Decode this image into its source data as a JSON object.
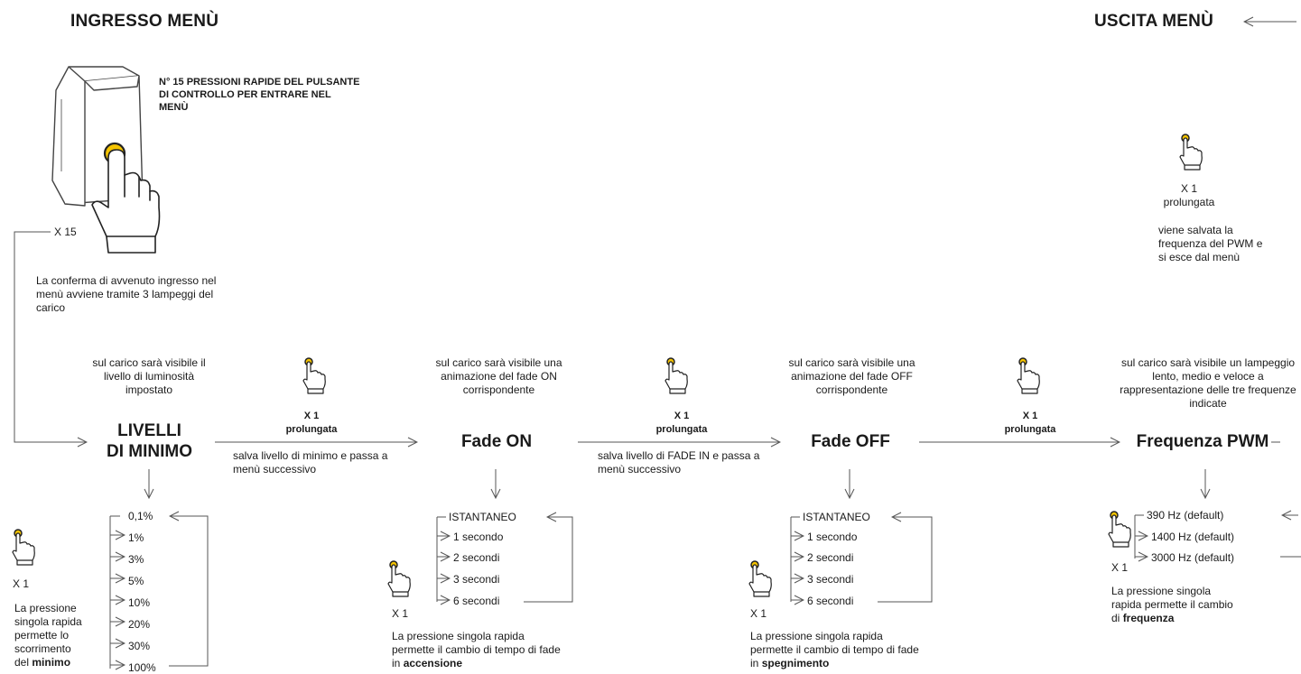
{
  "header": {
    "left_title": "INGRESSO MENÙ",
    "right_title": "USCITA MENÙ"
  },
  "entry": {
    "instruction": "N° 15 PRESSIONI RAPIDE DEL PULSANTE DI CONTROLLO PER ENTRARE NEL MENÙ",
    "count_label": "X 15",
    "confirm_text": "La conferma di avvenuto ingresso nel menù avviene tramite 3 lampeggi del carico"
  },
  "exit": {
    "count": "X 1",
    "mode": "prolungata",
    "desc": "viene salvata la frequenza del PWM e si esce dal menù"
  },
  "steps": [
    {
      "title_line1": "LIVELLI",
      "title_line2": "DI MINIMO",
      "desc": "sul carico sarà visibile il livello di luminosità impostato"
    },
    {
      "title_line1": "Fade ON",
      "desc": "sul carico sarà visibile una animazione del fade ON corrispondente"
    },
    {
      "title_line1": "Fade OFF",
      "desc": "sul carico sarà visibile una animazione del fade OFF corrispondente"
    },
    {
      "title_line1": "Frequenza PWM",
      "desc": "sul carico sarà visibile un lampeggio lento, medio e veloce a rappresentazione delle tre frequenze indicate"
    }
  ],
  "transitions": [
    {
      "count": "X 1",
      "mode": "prolungata",
      "note": "salva livello di minimo e passa a menù successivo"
    },
    {
      "count": "X 1",
      "mode": "prolungata",
      "note": "salva livello di FADE IN e passa a menù successivo"
    },
    {
      "count": "X 1",
      "mode": "prolungata",
      "note": ""
    }
  ],
  "options": {
    "minimo": [
      "0,1%",
      "1%",
      "3%",
      "5%",
      "10%",
      "20%",
      "30%",
      "100%"
    ],
    "fade_on": [
      "ISTANTANEO",
      "1 secondo",
      "2 secondi",
      "3 secondi",
      "6 secondi"
    ],
    "fade_off": [
      "ISTANTANEO",
      "1 secondo",
      "2 secondi",
      "3 secondi",
      "6 secondi"
    ],
    "pwm": [
      "390 Hz (default)",
      "1400 Hz (default)",
      "3000 Hz (default)"
    ]
  },
  "short_press": {
    "count": "X 1",
    "minimo": {
      "pre": "La pressione singola rapida permette lo scorrimento del ",
      "bold": "minimo"
    },
    "fade_on": {
      "pre": "La pressione singola rapida permette il cambio di tempo di fade in ",
      "bold": "accensione"
    },
    "fade_off": {
      "pre": "La pressione singola rapida permette il cambio di tempo di fade in ",
      "bold": "spegnimento"
    },
    "pwm": {
      "pre": "La pressione singola rapida permette il cambio di ",
      "bold": "frequenza"
    }
  },
  "colors": {
    "accent_yellow": "#f5c400",
    "line": "#555555",
    "text": "#1a1a1a"
  },
  "icons": [
    "hand-pointer-icon",
    "wall-switch-icon",
    "arrow-right-icon",
    "arrow-down-icon",
    "arrow-left-icon"
  ]
}
